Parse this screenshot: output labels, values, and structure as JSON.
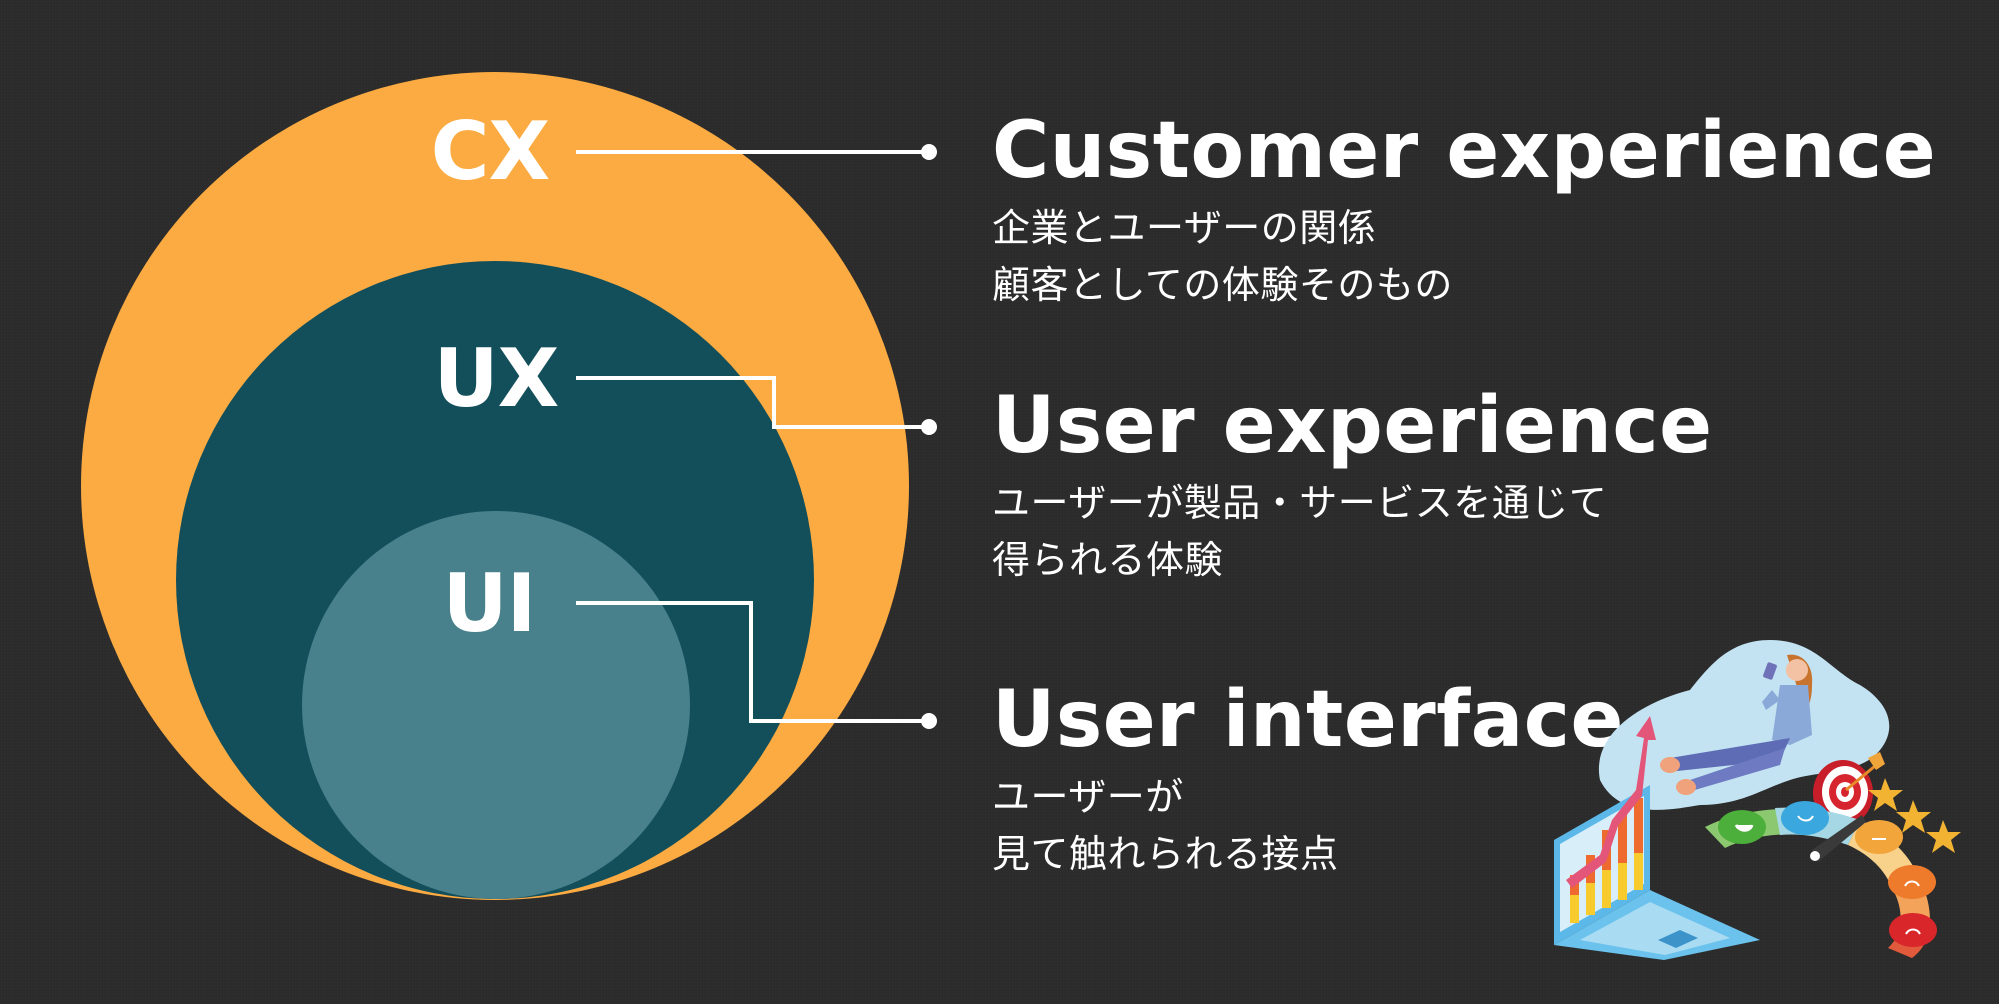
{
  "colors": {
    "background": "#2b2b2b",
    "cx_circle": "#FBAB41",
    "ux_circle": "#134F5B",
    "ui_circle": "#48808C",
    "connector": "#ffffff",
    "text": "#ffffff"
  },
  "diagram": {
    "layers": [
      {
        "abbr": "CX",
        "title": "Customer experience",
        "description": [
          "企業とユーザーの関係",
          "顧客としての体験そのもの"
        ]
      },
      {
        "abbr": "UX",
        "title": "User experience",
        "description": [
          "ユーザーが製品・サービスを通じて",
          "得られる体験"
        ]
      },
      {
        "abbr": "UI",
        "title": "User interface",
        "description": [
          "ユーザーが",
          "見て触れられる接点"
        ]
      }
    ]
  },
  "illustration": {
    "subject": "isometric customer-satisfaction illustration",
    "elements": [
      "laptop-with-bar-chart",
      "upward-trend-arrow",
      "woman-using-smartphone-in-cloud",
      "target-with-arrow",
      "three-stars",
      "satisfaction-meter-with-emoji-buttons"
    ],
    "meter_faces": [
      "very-happy",
      "happy",
      "neutral",
      "sad",
      "angry"
    ],
    "meter_colors": [
      "#4cae3b",
      "#3aa7de",
      "#f2a53a",
      "#ee7a2c",
      "#d8262b"
    ]
  }
}
